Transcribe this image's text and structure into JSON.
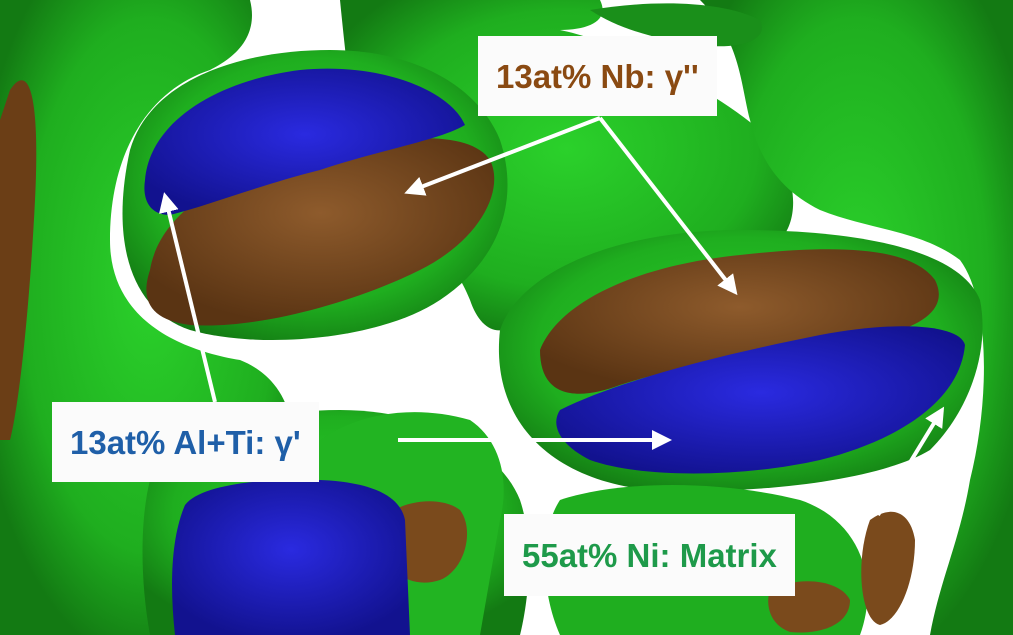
{
  "image": {
    "description": "3D atom-probe isosurface reconstruction of a nickel superalloy",
    "background_color": "#ffffff"
  },
  "phases": {
    "nb": {
      "label": "13at% Nb: γ''",
      "color": "#8a4a12",
      "surface_color": "#7a4a1c"
    },
    "alti": {
      "label": "13at% Al+Ti: γ'",
      "color": "#1f5fa8",
      "surface_color": "#1c1ccf"
    },
    "ni": {
      "label": "55at% Ni: Matrix",
      "color": "#1e9a4a",
      "surface_color": "#23b523"
    }
  },
  "arrow_color": "#ffffff"
}
